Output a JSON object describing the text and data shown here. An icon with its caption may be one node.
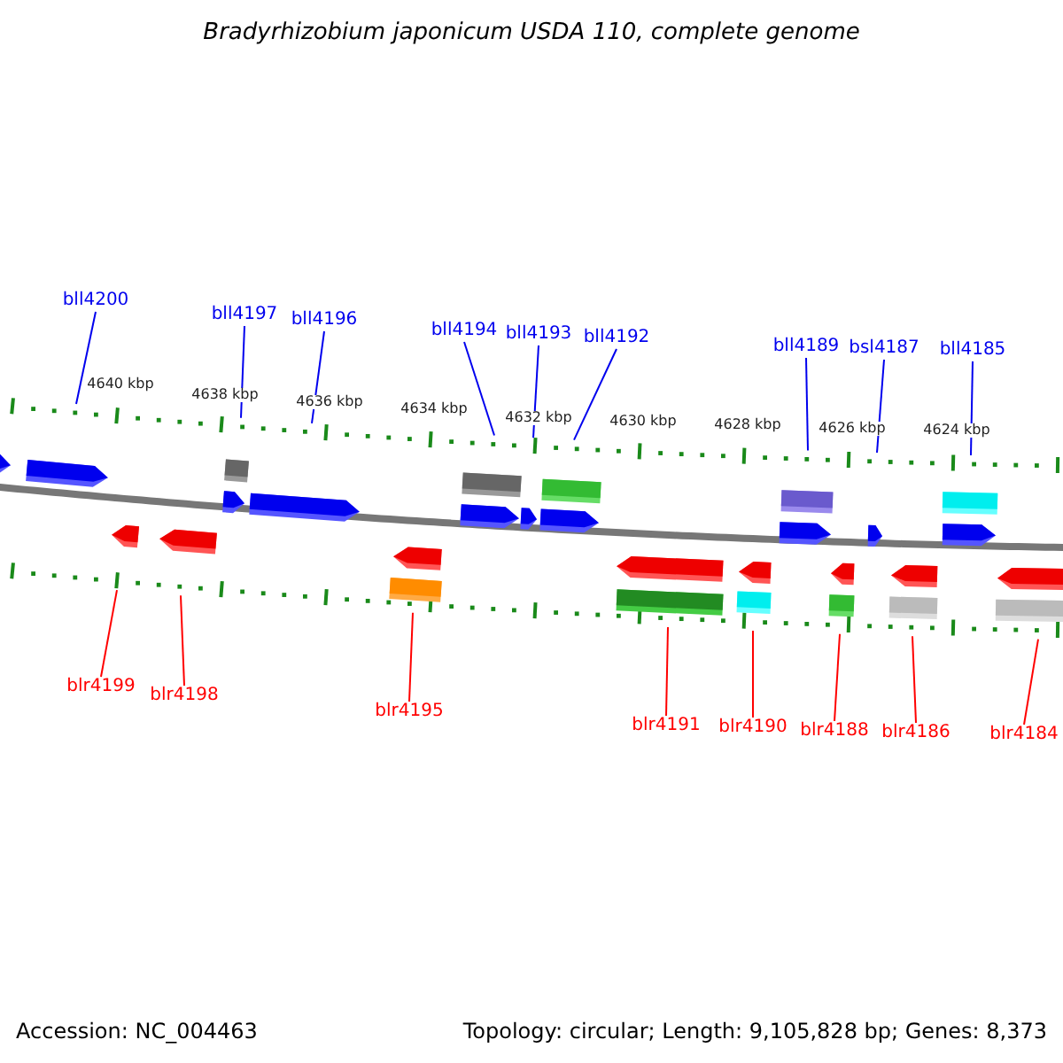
{
  "diagram": {
    "title": "Bradyrhizobium japonicum USDA 110, complete genome",
    "nodes": [
      {
        "text": [
          "bll4200"
        ]
      },
      {
        "text": [
          "bll4197"
        ]
      },
      {
        "text": [
          "bll4196"
        ]
      },
      {
        "text": [
          "bll4194"
        ]
      },
      {
        "text": [
          "bll4193"
        ]
      },
      {
        "text": [
          "bll4192"
        ]
      },
      {
        "text": [
          "bll4189"
        ]
      },
      {
        "text": [
          "bsl4187"
        ]
      },
      {
        "text": [
          "bll4185"
        ]
      },
      {
        "text": [
          "blr4199"
        ]
      },
      {
        "text": [
          "blr4198"
        ]
      },
      {
        "text": [
          "blr4195"
        ]
      },
      {
        "text": [
          "blr4191"
        ]
      },
      {
        "text": [
          "blr4190"
        ]
      },
      {
        "text": [
          "blr4188"
        ]
      },
      {
        "text": [
          "blr4186"
        ]
      },
      {
        "text": [
          "blr4184"
        ]
      },
      {
        "text": [],
        "shape": "ruler"
      },
      {
        "text": [],
        "shape": "ruler"
      }
    ],
    "edges": [
      {
        "from": 0,
        "to": 17,
        "arrow": "none"
      },
      {
        "from": 1,
        "to": 17,
        "arrow": "none"
      },
      {
        "from": 2,
        "to": 17,
        "arrow": "none"
      },
      {
        "from": 3,
        "to": 17,
        "arrow": "none"
      },
      {
        "from": 4,
        "to": 17,
        "arrow": "none"
      },
      {
        "from": 5,
        "to": 17,
        "arrow": "none"
      },
      {
        "from": 6,
        "to": 17,
        "arrow": "none"
      },
      {
        "from": 7,
        "to": 17,
        "arrow": "none"
      },
      {
        "from": 8,
        "to": 17,
        "arrow": "none"
      },
      {
        "from": 9,
        "to": 18,
        "arrow": "none",
        "color": "#ff0000"
      },
      {
        "from": 10,
        "to": 18,
        "arrow": "none",
        "color": "#ff0000"
      },
      {
        "from": 11,
        "to": 18,
        "arrow": "none",
        "color": "#ff0000"
      },
      {
        "from": 12,
        "to": 18,
        "arrow": "none",
        "color": "#ff0000"
      },
      {
        "from": 13,
        "to": 18,
        "arrow": "none",
        "color": "#ff0000"
      },
      {
        "from": 14,
        "to": 18,
        "arrow": "none",
        "color": "#ff0000"
      },
      {
        "from": 15,
        "to": 18,
        "arrow": "none",
        "color": "#ff0000"
      },
      {
        "from": 16,
        "to": 18,
        "arrow": "none",
        "color": "#ff0000"
      }
    ],
    "labels": [
      "4640 kbp",
      "4638 kbp",
      "4636 kbp",
      "4634 kbp",
      "4632 kbp",
      "4630 kbp",
      "4628 kbp",
      "4626 kbp",
      "4624 kbp",
      "Accession: NC_004463",
      "Topology: circular; Length: 9,105,828 bp; Genes: 8,373"
    ]
  }
}
